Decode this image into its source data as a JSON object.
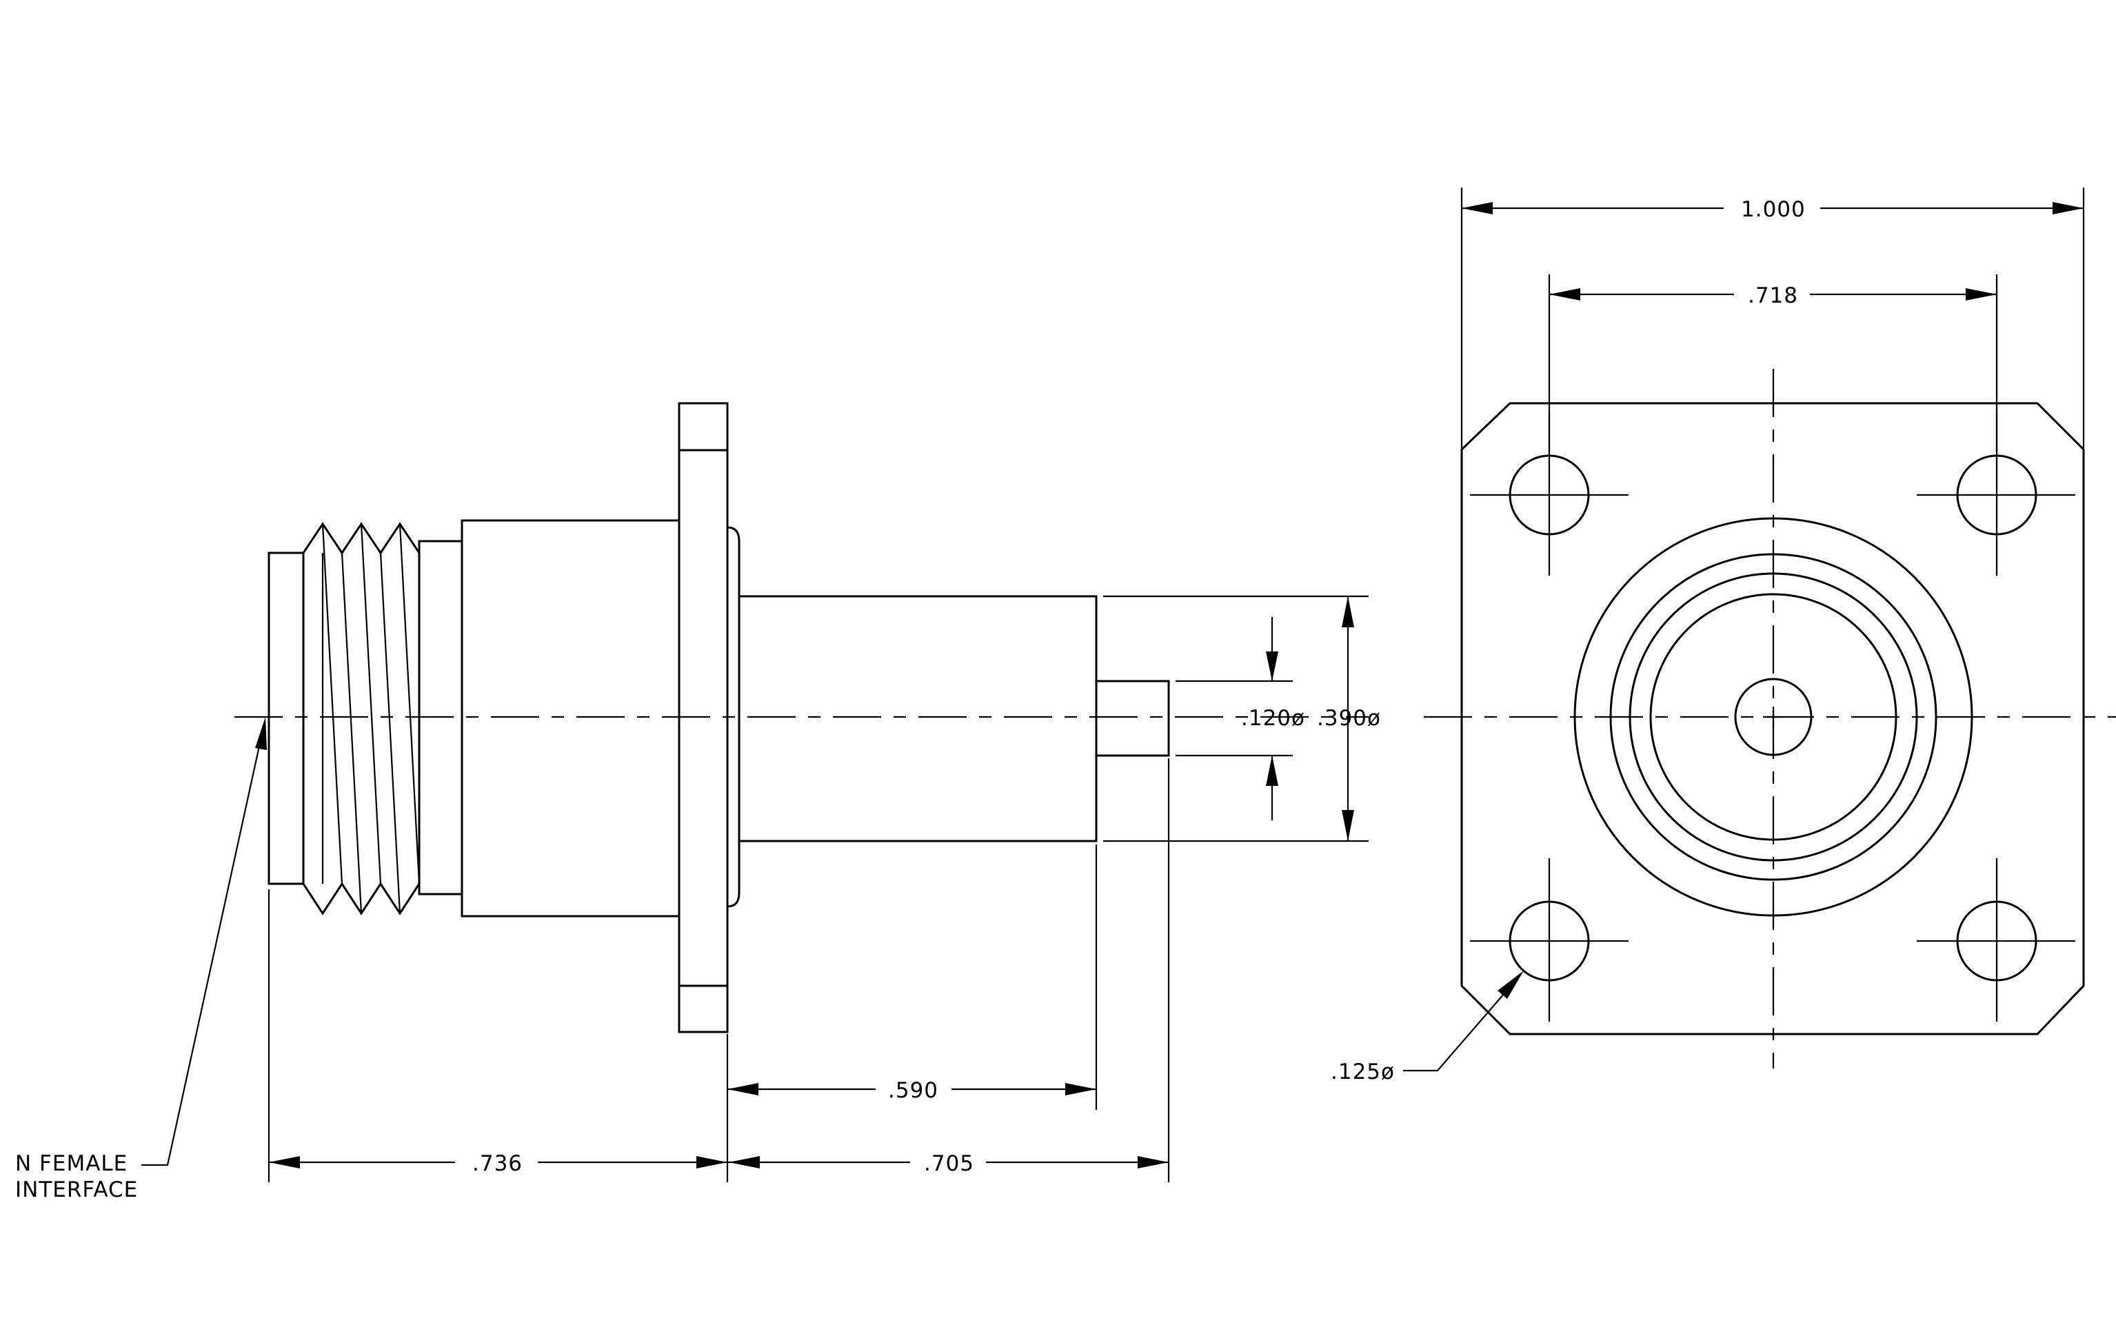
{
  "dimensions": {
    "overall_width": ".736",
    "tail_length": ".705",
    "body_length": ".590",
    "pin_diameter": ".120ø",
    "body_diameter": ".390ø",
    "flange_width": "1.000",
    "hole_spacing": ".718",
    "hole_diameter": ".125ø"
  },
  "notes": {
    "interface_line1": "N FEMALE",
    "interface_line2": "INTERFACE"
  }
}
